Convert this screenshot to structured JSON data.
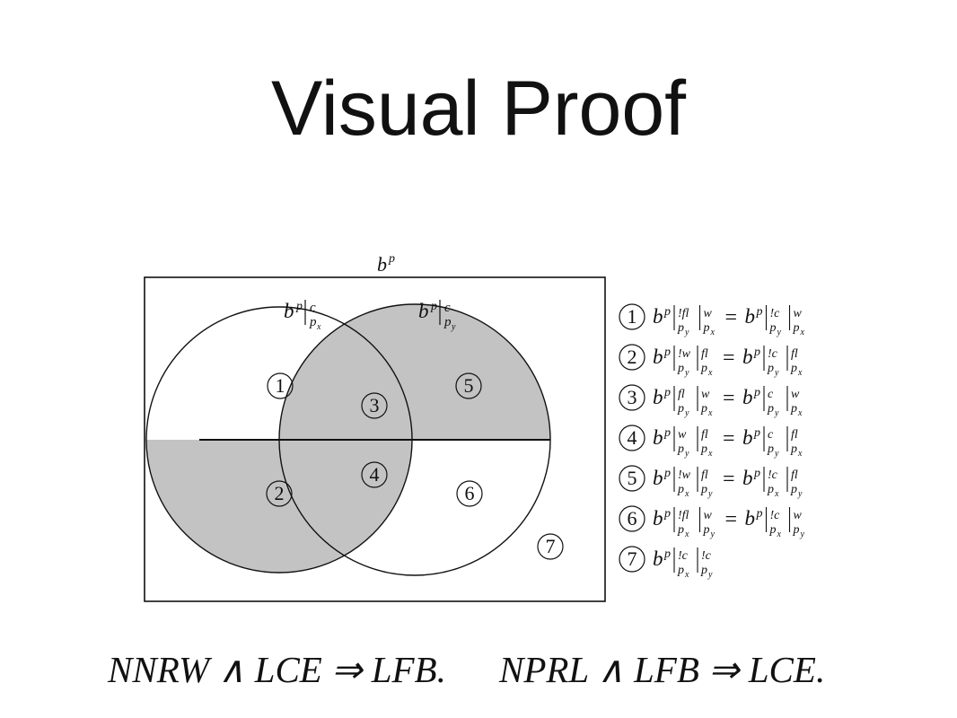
{
  "title": "Visual Proof",
  "universe_label": {
    "base": "b",
    "sup": "p"
  },
  "set_labels": {
    "px": {
      "base": "b",
      "sup": "p",
      "bar_sup": "c",
      "bar_sub": "p",
      "bar_sub_sub": "x"
    },
    "py": {
      "base": "b",
      "sup": "p",
      "bar_sup": "c",
      "bar_sub": "p",
      "bar_sub_sub": "y"
    }
  },
  "regions": [
    "1",
    "2",
    "3",
    "4",
    "5",
    "6",
    "7"
  ],
  "legend": [
    {
      "num": "1",
      "lhs": [
        [
          "!fl",
          "py"
        ],
        [
          "w",
          "px"
        ]
      ],
      "rhs": [
        [
          "!c",
          "py"
        ],
        [
          "w",
          "px"
        ]
      ]
    },
    {
      "num": "2",
      "lhs": [
        [
          "!w",
          "py"
        ],
        [
          "fl",
          "px"
        ]
      ],
      "rhs": [
        [
          "!c",
          "py"
        ],
        [
          "fl",
          "px"
        ]
      ]
    },
    {
      "num": "3",
      "lhs": [
        [
          "fl",
          "py"
        ],
        [
          "w",
          "px"
        ]
      ],
      "rhs": [
        [
          "c",
          "py"
        ],
        [
          "w",
          "px"
        ]
      ]
    },
    {
      "num": "4",
      "lhs": [
        [
          "w",
          "py"
        ],
        [
          "fl",
          "px"
        ]
      ],
      "rhs": [
        [
          "c",
          "py"
        ],
        [
          "fl",
          "px"
        ]
      ]
    },
    {
      "num": "5",
      "lhs": [
        [
          "!w",
          "px"
        ],
        [
          "fl",
          "py"
        ]
      ],
      "rhs": [
        [
          "!c",
          "px"
        ],
        [
          "fl",
          "py"
        ]
      ]
    },
    {
      "num": "6",
      "lhs": [
        [
          "!fl",
          "px"
        ],
        [
          "w",
          "py"
        ]
      ],
      "rhs": [
        [
          "!c",
          "px"
        ],
        [
          "w",
          "py"
        ]
      ]
    },
    {
      "num": "7",
      "lhs": [
        [
          "!c",
          "px"
        ],
        [
          "!c",
          "py"
        ]
      ],
      "rhs": null
    }
  ],
  "equations": {
    "left": "NNRW ∧ LCE ⇒ LFB.",
    "right": "NPRL ∧ LFB ⇒ LCE."
  },
  "colors": {
    "shade": "#c3c3c3",
    "line": "#111111"
  }
}
